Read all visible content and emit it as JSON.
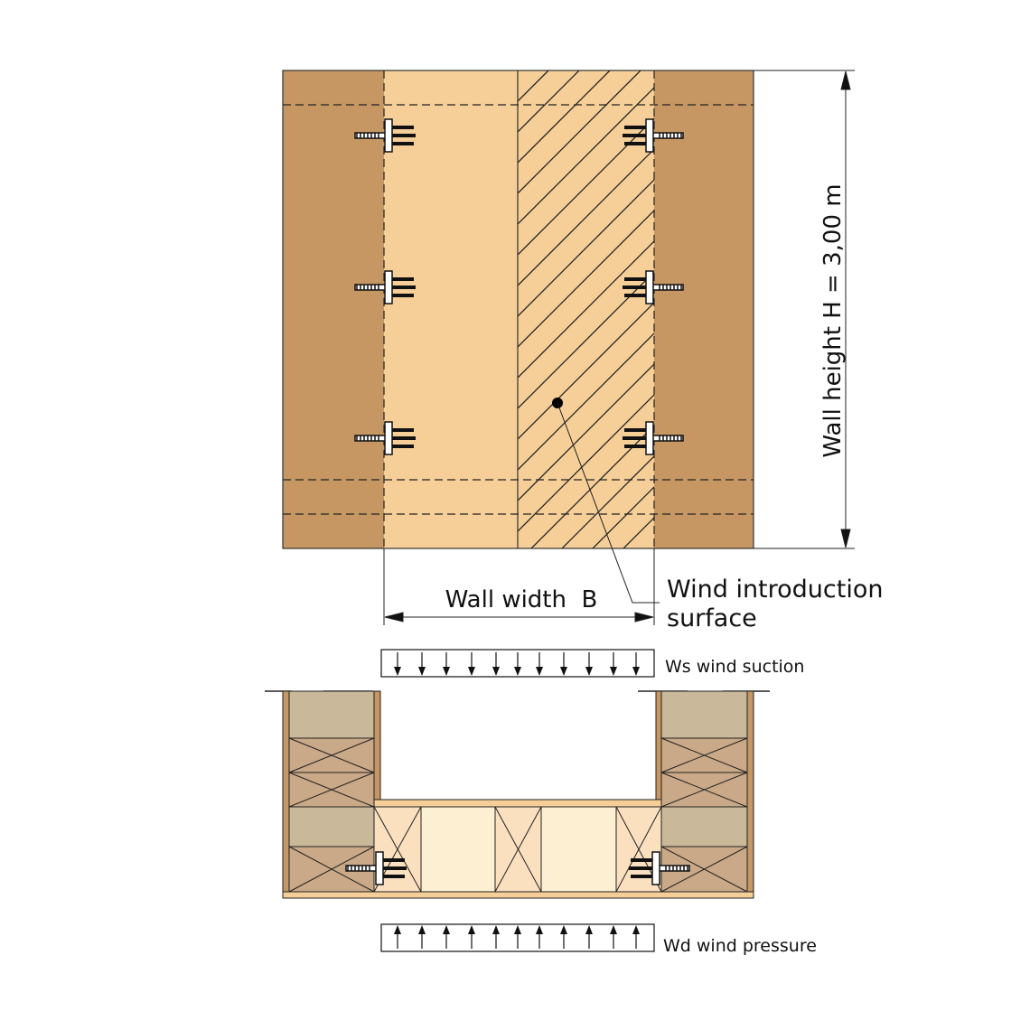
{
  "labels": {
    "wall_height": "Wall height H = 3,00 m",
    "wall_width": "Wall width  B",
    "wind_surface_line1": "Wind introduction",
    "wind_surface_line2": "surface",
    "wind_suction": "Ws wind suction",
    "wind_pressure": "Wd wind pressure"
  },
  "colors": {
    "dark_wood": "#c69763",
    "light_wood": "#f6cf98",
    "insulation": "#c9b89a",
    "block": "#c9a987",
    "pale": "#fdf0d2",
    "stud": "#fbe0c0"
  }
}
